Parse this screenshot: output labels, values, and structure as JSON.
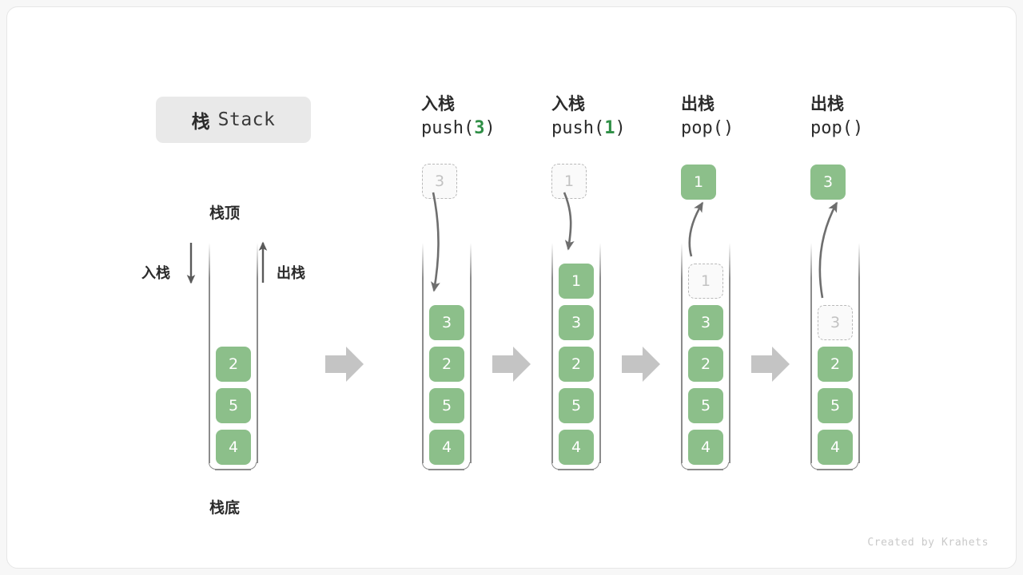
{
  "title": {
    "cn": "栈",
    "en": "Stack"
  },
  "footer": "Created by Krahets",
  "labels": {
    "top": "栈顶",
    "bottom": "栈底",
    "push": "入栈",
    "pop": "出栈"
  },
  "colors": {
    "cell_green": "#8cbf8a",
    "accent_green": "#2f8f46",
    "wall_gray": "#8c8c8c",
    "ghost_border": "#b9b9b9",
    "arrow_gray": "#6e6e6e",
    "step_arrow_gray": "#c4c4c4",
    "badge_bg": "#e9e9e9",
    "card_bg": "#ffffff",
    "page_bg": "#f7f7f7"
  },
  "columns": [
    {
      "id": "initial",
      "header_cn": "",
      "header_code": "",
      "floating": null,
      "popped": null,
      "stack": [
        "2",
        "5",
        "4"
      ]
    },
    {
      "id": "push-3",
      "header_cn": "入栈",
      "header_code": "push(3)",
      "header_code_arg": "3",
      "floating": {
        "value": "3",
        "state": "ghost"
      },
      "popped": null,
      "stack": [
        "3",
        "2",
        "5",
        "4"
      ]
    },
    {
      "id": "push-1",
      "header_cn": "入栈",
      "header_code": "push(1)",
      "header_code_arg": "1",
      "floating": {
        "value": "1",
        "state": "ghost"
      },
      "popped": null,
      "stack": [
        "1",
        "3",
        "2",
        "5",
        "4"
      ]
    },
    {
      "id": "pop-1",
      "header_cn": "出栈",
      "header_code": "pop()",
      "header_code_arg": "",
      "floating": {
        "value": "1",
        "state": "solid"
      },
      "removed": {
        "value": "1",
        "state": "ghost"
      },
      "stack": [
        "3",
        "2",
        "5",
        "4"
      ]
    },
    {
      "id": "pop-2",
      "header_cn": "出栈",
      "header_code": "pop()",
      "header_code_arg": "",
      "floating": {
        "value": "3",
        "state": "solid"
      },
      "removed": {
        "value": "3",
        "state": "ghost"
      },
      "stack": [
        "2",
        "5",
        "4"
      ]
    }
  ],
  "step_arrows": 4
}
